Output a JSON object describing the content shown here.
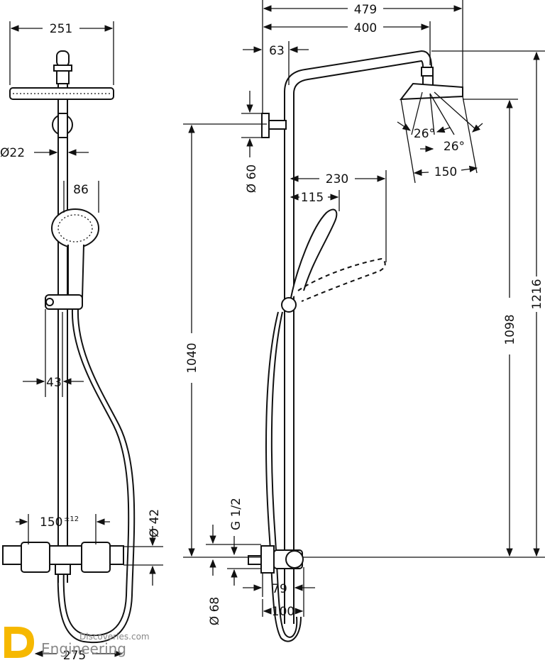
{
  "dimensions": {
    "d251": "251",
    "d22": "Ø22",
    "d86": "86",
    "d43": "43",
    "d150": "150",
    "d150_tol": "±12",
    "d42": "Ø 42",
    "d275": "275",
    "d479": "479",
    "d400": "400",
    "d63": "63",
    "d60": "Ø 60",
    "d230": "230",
    "d115": "115",
    "d26a": "26°",
    "d26b": "26°",
    "d150b": "150",
    "d1040": "1040",
    "d1098": "1098",
    "d1216": "1216",
    "dg12": "G 1/2",
    "d68": "Ø 68",
    "d79": "79",
    "d100": "100"
  },
  "watermark": {
    "line1": "Discoveries.com",
    "line2": "Engineering",
    "logo_color": "#f6b800"
  }
}
